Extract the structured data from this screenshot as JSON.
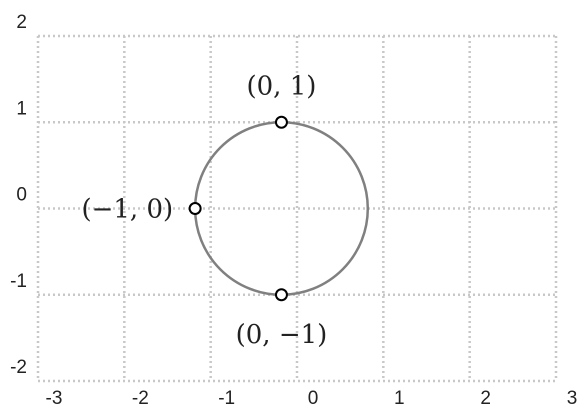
{
  "chart_data": {
    "type": "scatter",
    "xlim": [
      -3,
      3
    ],
    "ylim": [
      -2,
      2
    ],
    "grid": true,
    "x_ticks": [
      "-3",
      "-2",
      "-1",
      "0",
      "1",
      "2",
      "3"
    ],
    "y_ticks": [
      "2",
      "1",
      "0",
      "-1",
      "-2"
    ],
    "circle": {
      "cx": 0,
      "cy": 0,
      "r": 1
    },
    "points": [
      {
        "x": 0,
        "y": 1,
        "label": "(0, 1)"
      },
      {
        "x": -1,
        "y": 0,
        "label": "(−1, 0)"
      },
      {
        "x": 0,
        "y": -1,
        "label": "(0, −1)"
      }
    ],
    "colors": {
      "grid": "#c8c8c8",
      "curve": "#808080",
      "marker": "#000000",
      "text": "#222222"
    }
  }
}
